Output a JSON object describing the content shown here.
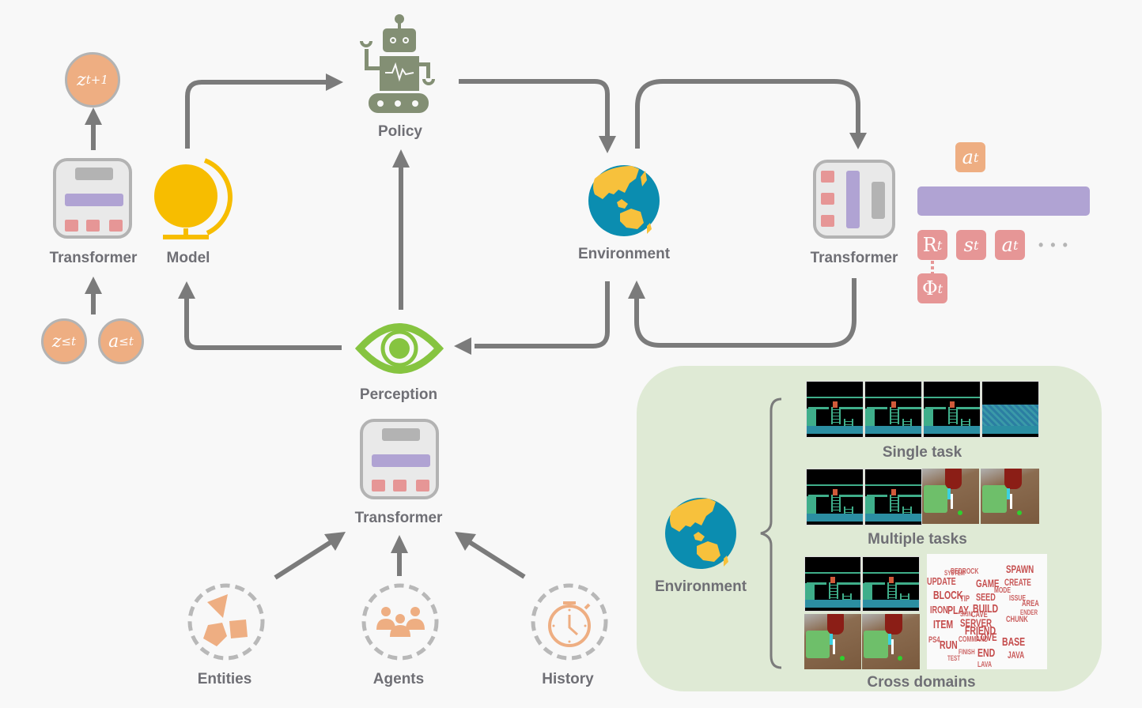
{
  "nodes": {
    "transformer_left": "Transformer",
    "model": "Model",
    "policy": "Policy",
    "environment": "Environment",
    "transformer_right": "Transformer",
    "perception": "Perception",
    "transformer_bottom": "Transformer",
    "entities": "Entities",
    "agents": "Agents",
    "history": "History"
  },
  "world_model_tokens": {
    "output": {
      "base": "z",
      "sub": "t+1"
    },
    "inputs": [
      {
        "base": "z",
        "sub": "≤t"
      },
      {
        "base": "a",
        "sub": "≤t"
      }
    ]
  },
  "sequence_tokens": {
    "output": {
      "base": "a",
      "sub": "t"
    },
    "inputs": [
      {
        "base": "R",
        "sub": "t"
      },
      {
        "base": "s",
        "sub": "t"
      },
      {
        "base": "a",
        "sub": "t"
      }
    ],
    "extra": {
      "base": "Φ",
      "sub": "t"
    },
    "ellipsis": "• • •"
  },
  "environment_panel": {
    "label": "Environment",
    "categories": [
      "Single task",
      "Multiple tasks",
      "Cross domains"
    ],
    "wordcloud_words": [
      "SPAWN",
      "BEDROCK",
      "UPDATE",
      "GAME",
      "CREATE",
      "MODE",
      "BLOCK",
      "SEED",
      "TIP",
      "BUILD",
      "ISSUE",
      "AREA",
      "IRON",
      "PLAY",
      "CAVE",
      "SERVER",
      "CHUNK",
      "ITEM",
      "FRIEND",
      "LOVE",
      "PS4",
      "RUN",
      "COMMAND",
      "BASE",
      "JAVA",
      "END",
      "LAVA",
      "SYSTEM",
      "SKIN",
      "FINISH",
      "TEST",
      "ENDER"
    ]
  },
  "colors": {
    "arrow": "#7b7b7b",
    "token_orange": "#eeae82",
    "token_pink": "#e69696",
    "bar_purple": "#b0a3d3",
    "globe_yellow": "#f7bd00",
    "robot_green": "#838f74",
    "eye_green": "#86c440",
    "panel_green": "#dfead5"
  }
}
